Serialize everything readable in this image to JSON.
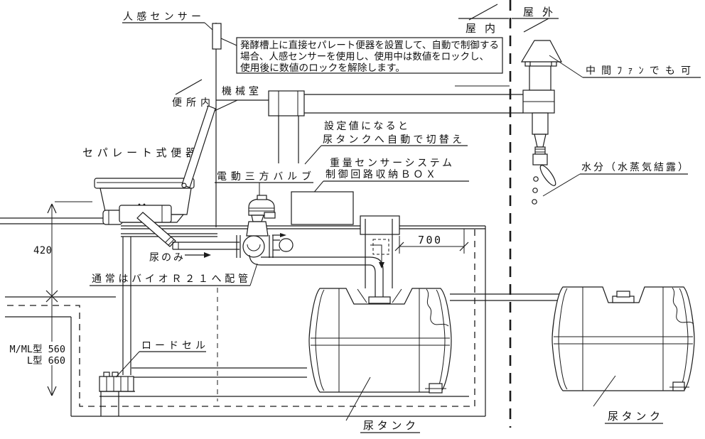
{
  "labels": {
    "motion_sensor": "人感センサー",
    "note_line1": "発酵槽上に直接セパレート便器を設置して、自動で制御する",
    "note_line2": "場合、人感センサーを使用し、使用中は数値をロックし、",
    "note_line3": "使用後に数値のロックを解除します。",
    "indoor": "屋内",
    "outdoor": "屋外",
    "mid_fan": "中間ﾌｧﾝでも可",
    "machine_room": "機械室",
    "toilet_room": "便所内",
    "separate_toilet": "セパレート式便器",
    "setpoint_line1": "設定値になると",
    "setpoint_line2": "尿タンクへ自動で切替え",
    "weight_box_line1": "重量センサーシステム",
    "weight_box_line2": "制御回路収納ＢＯＸ",
    "motor_valve": "電動三方バルブ",
    "moisture": "水分（水蒸気結露）",
    "urine_only": "尿のみ",
    "normal_piping": "通常はバイオＲ２１へ配管",
    "load_cell": "ロードセル",
    "urine_tank_center": "尿タンク",
    "urine_tank_right": "尿タンク"
  },
  "dimensions": {
    "height_upper": "420",
    "width_pit": "700",
    "depth_m_ml": "M/ML型 560",
    "depth_l": "L型 660"
  },
  "colors": {
    "line": "#1b1b1b",
    "background": "#ffffff"
  }
}
